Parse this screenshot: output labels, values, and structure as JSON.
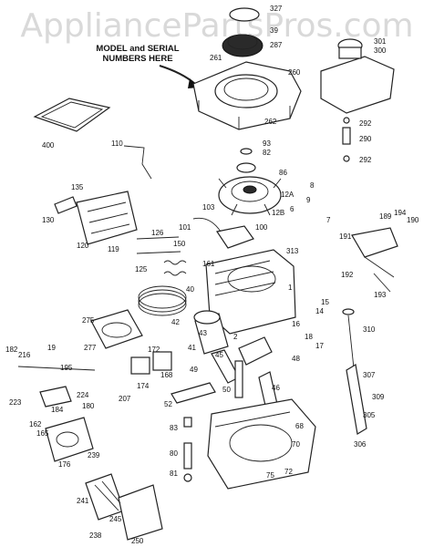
{
  "watermark": "AppliancePartsPros.com",
  "callout": {
    "line1": "MODEL and SERIAL",
    "line2": "NUMBERS HERE"
  },
  "part_numbers": [
    "327",
    "39",
    "287",
    "261",
    "260",
    "301",
    "300",
    "400",
    "262",
    "292",
    "290",
    "292",
    "110",
    "93",
    "82",
    "86",
    "8",
    "12A",
    "6",
    "7",
    "9",
    "103",
    "135",
    "130",
    "120",
    "119",
    "12B",
    "101",
    "150",
    "100",
    "189",
    "194",
    "190",
    "191",
    "192",
    "193",
    "126",
    "125",
    "313",
    "161",
    "40",
    "1",
    "15",
    "14",
    "275",
    "42",
    "16",
    "17",
    "18",
    "310",
    "182",
    "216",
    "19",
    "277",
    "43",
    "41",
    "2",
    "45",
    "172",
    "195",
    "174",
    "168",
    "49",
    "48",
    "307",
    "223",
    "224",
    "207",
    "52",
    "50",
    "46",
    "309",
    "162",
    "184",
    "180",
    "165",
    "239",
    "83",
    "68",
    "305",
    "306",
    "176",
    "80",
    "70",
    "81",
    "75",
    "72",
    "241",
    "245",
    "250",
    "238"
  ]
}
